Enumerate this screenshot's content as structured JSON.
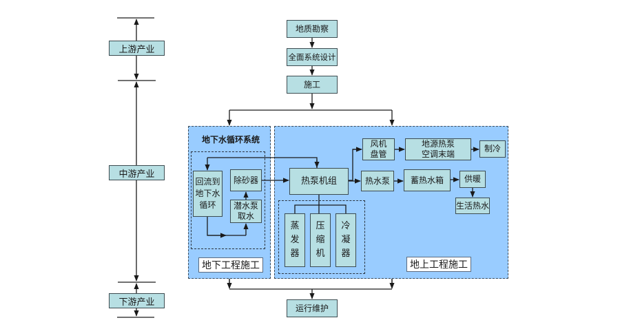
{
  "tiers": {
    "upstream": "上游产业",
    "midstream": "中游产业",
    "downstream": "下游产业"
  },
  "top_flow": {
    "survey": "地质勘察",
    "design": "全面系统设计",
    "construction": "施工"
  },
  "underground": {
    "title": "地下水循环系统",
    "return": "回流到地下水循环",
    "return_lines": [
      "回流到",
      "地下水",
      "循环"
    ],
    "desander": "除砂器",
    "pump_lines": [
      "潜水泵",
      "取水"
    ],
    "footer": "地下工程施工"
  },
  "aboveground": {
    "heat_pump_unit": "热泵机组",
    "components": [
      {
        "name": "evaporator",
        "lines": [
          "蒸",
          "发",
          "器"
        ]
      },
      {
        "name": "compressor",
        "lines": [
          "压",
          "缩",
          "机"
        ]
      },
      {
        "name": "condenser",
        "lines": [
          "冷",
          "凝",
          "器"
        ]
      }
    ],
    "fan_coil_lines": [
      "风机",
      "盘管"
    ],
    "terminal_lines": [
      "地源热泵",
      "空调末端"
    ],
    "cooling": "制冷",
    "hot_water_pump": "热水泵",
    "storage_tank": "蓄热水箱",
    "heating": "供暖",
    "domestic_hot_water": "生活热水",
    "footer": "地上工程施工"
  },
  "bottom": {
    "operation": "运行维护"
  },
  "colors": {
    "panel_fill": "#99ccff",
    "box_fill": "#b7dfe3",
    "line": "#1a1a1a"
  }
}
